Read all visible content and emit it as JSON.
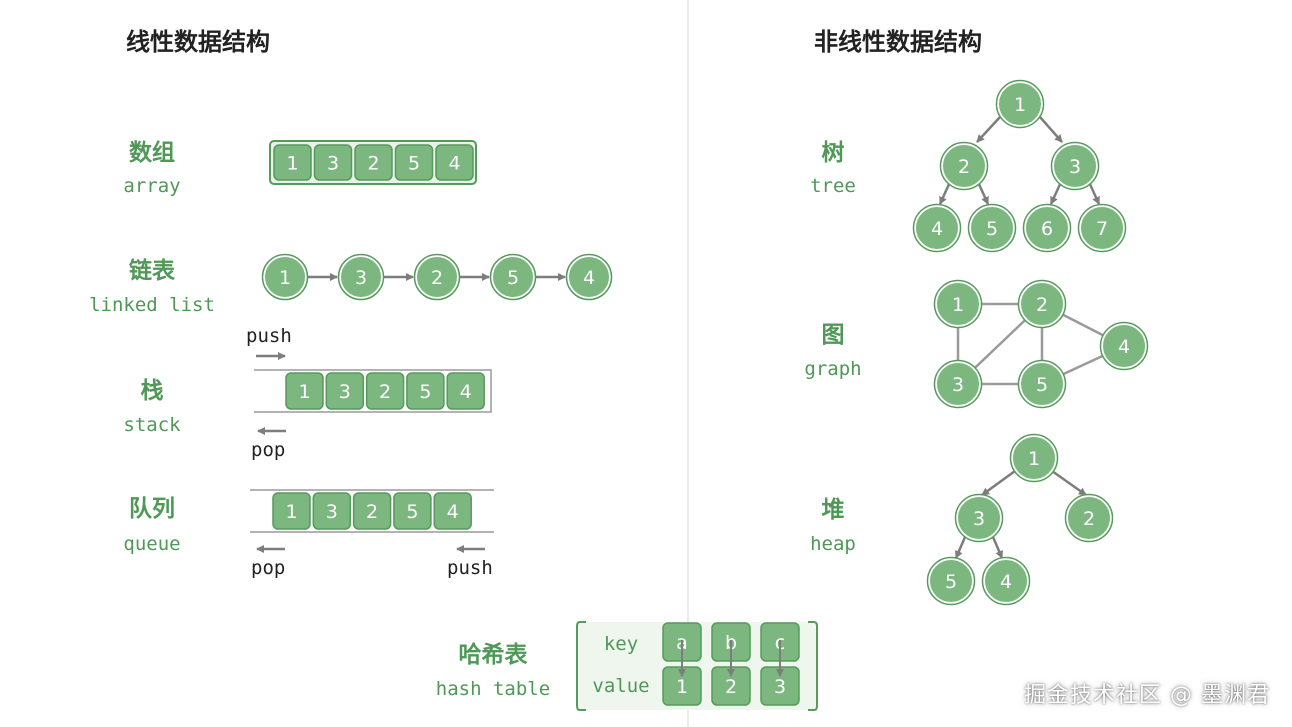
{
  "headings": {
    "linear": "线性数据结构",
    "nonlinear": "非线性数据结构"
  },
  "labels": {
    "array": {
      "cn": "数组",
      "en": "array"
    },
    "linked_list": {
      "cn": "链表",
      "en": "linked list"
    },
    "stack": {
      "cn": "栈",
      "en": "stack"
    },
    "queue": {
      "cn": "队列",
      "en": "queue"
    },
    "hash_table": {
      "cn": "哈希表",
      "en": "hash table"
    },
    "tree": {
      "cn": "树",
      "en": "tree"
    },
    "graph": {
      "cn": "图",
      "en": "graph"
    },
    "heap": {
      "cn": "堆",
      "en": "heap"
    }
  },
  "array": [
    "1",
    "3",
    "2",
    "5",
    "4"
  ],
  "linked_list": [
    "1",
    "3",
    "2",
    "5",
    "4"
  ],
  "stack": {
    "items": [
      "1",
      "3",
      "2",
      "5",
      "4"
    ],
    "push": "push",
    "pop": "pop"
  },
  "queue": {
    "items": [
      "1",
      "3",
      "2",
      "5",
      "4"
    ],
    "pop": "pop",
    "push": "push"
  },
  "hash_table": {
    "key_label": "key",
    "value_label": "value",
    "keys": [
      "a",
      "b",
      "c"
    ],
    "values": [
      "1",
      "2",
      "3"
    ]
  },
  "tree": {
    "nodes": [
      "1",
      "2",
      "3",
      "4",
      "5",
      "6",
      "7"
    ]
  },
  "graph": {
    "nodes": [
      "1",
      "2",
      "3",
      "4",
      "5"
    ]
  },
  "heap": {
    "nodes": [
      "1",
      "3",
      "2",
      "5",
      "4"
    ]
  },
  "watermark": "掘金技术社区 @ 墨渊君",
  "colors": {
    "fill": "#7bb77f",
    "stroke": "#569a5c",
    "text": "#ffffff",
    "label": "#4f9857",
    "heading": "#222222",
    "arrow": "#7d7d7d"
  }
}
